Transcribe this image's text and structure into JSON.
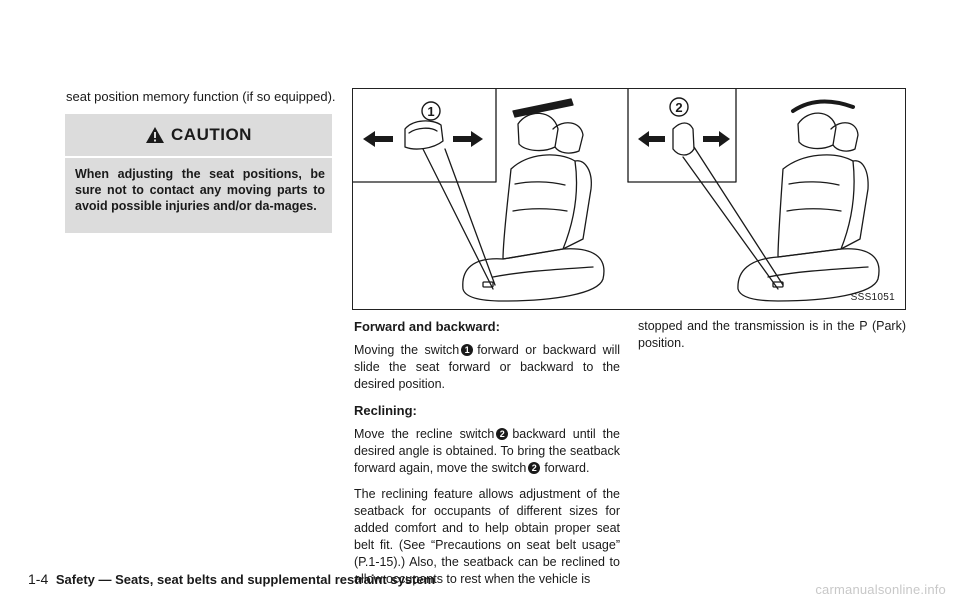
{
  "intro_text": "seat position memory function (if so equipped).",
  "caution": {
    "heading": "CAUTION",
    "text": "When adjusting the seat positions, be sure not to contact any moving parts to avoid possible injuries and/or da-mages."
  },
  "figure": {
    "callouts": [
      "1",
      "2"
    ],
    "code": "SSS1051"
  },
  "forward": {
    "heading": "Forward and backward:",
    "text_before": "Moving the switch",
    "switch_num": "1",
    "text_after": "forward or backward will slide the seat forward or backward to the desired position."
  },
  "reclining": {
    "heading": "Reclining:",
    "p1_before": "Move the recline switch",
    "p1_num": "2",
    "p1_mid": "backward until the desired angle is obtained. To bring the seatback forward again, move the switch",
    "p1_num2": "2",
    "p1_after": "forward.",
    "p2": "The reclining feature allows adjustment of the seatback for occupants of different sizes for added comfort and to help obtain proper seat belt fit. (See “Precautions on seat belt usage” (P.1-15).) Also, the seatback can be reclined to allow occupants to rest when the vehicle is",
    "p2_cont": "stopped and the transmission is in the P (Park) position."
  },
  "footer": {
    "page": "1-4",
    "title": "Safety — Seats, seat belts and supplemental restraint system"
  },
  "watermark": "carmanualsonline.info"
}
